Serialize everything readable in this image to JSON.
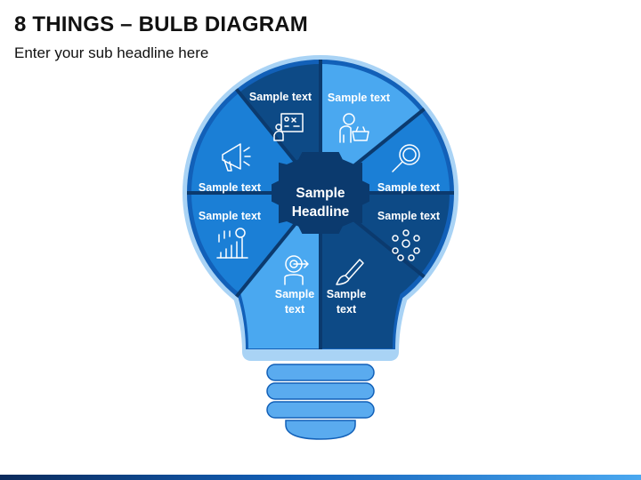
{
  "title": "8 THINGS – BULB DIAGRAM",
  "subtitle": "Enter your sub headline here",
  "center": {
    "line1": "Sample",
    "line2": "Headline"
  },
  "segments": [
    {
      "label": "Sample text",
      "icon": "idea-board-icon",
      "color": "#0d4a86"
    },
    {
      "label": "Sample text",
      "icon": "shopper-icon",
      "color": "#4aa8f0"
    },
    {
      "label": "Sample text",
      "icon": "magnifier-icon",
      "color": "#1b7fd6"
    },
    {
      "label": "Sample text",
      "icon": "people-network-icon",
      "color": "#0d4a86"
    },
    {
      "label": "Sample text",
      "icon": "paintbrush-icon",
      "color": "#0d4a86"
    },
    {
      "label": "Sample text",
      "icon": "target-person-icon",
      "color": "#4aa8f0"
    },
    {
      "label": "Sample text",
      "icon": "growth-chart-icon",
      "color": "#1b7fd6"
    },
    {
      "label": "Sample text",
      "icon": "megaphone-icon",
      "color": "#1b7fd6"
    }
  ],
  "colors": {
    "bulb_outline": "#a9d3f5",
    "bulb_base": "#5aabef",
    "center": "#0b3a6e",
    "divider": "#0b3a6e"
  }
}
